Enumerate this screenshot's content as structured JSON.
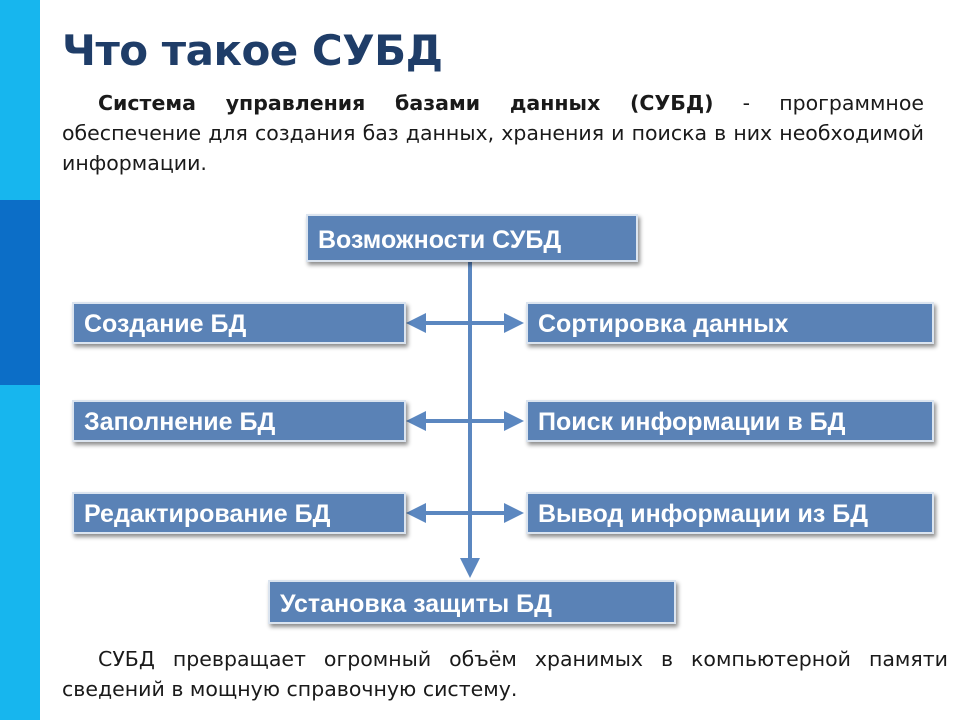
{
  "slide": {
    "title": "Что такое СУБД",
    "definition": {
      "term": "Система управления базами данных (СУБД)",
      "rest": " - программное обеспечение для создания баз данных, хранения и поиска в них необходимой информации."
    },
    "diagram": {
      "root": "Возможности СУБД",
      "left": [
        "Создание БД",
        "Заполнение БД",
        "Редактирование БД"
      ],
      "right": [
        "Сортировка данных",
        "Поиск информации в БД",
        "Вывод информации из БД"
      ],
      "bottom": "Установка защиты БД"
    },
    "conclusion": "СУБД превращает огромный объём хранимых в компьютерной памяти сведений в мощную справочную систему."
  },
  "colors": {
    "sidebar": "#17b6ee",
    "sidebar_accent": "#0c6ec7",
    "title": "#1f3d68",
    "box_fill": "#5a82b6",
    "connector": "#5b87c0"
  }
}
